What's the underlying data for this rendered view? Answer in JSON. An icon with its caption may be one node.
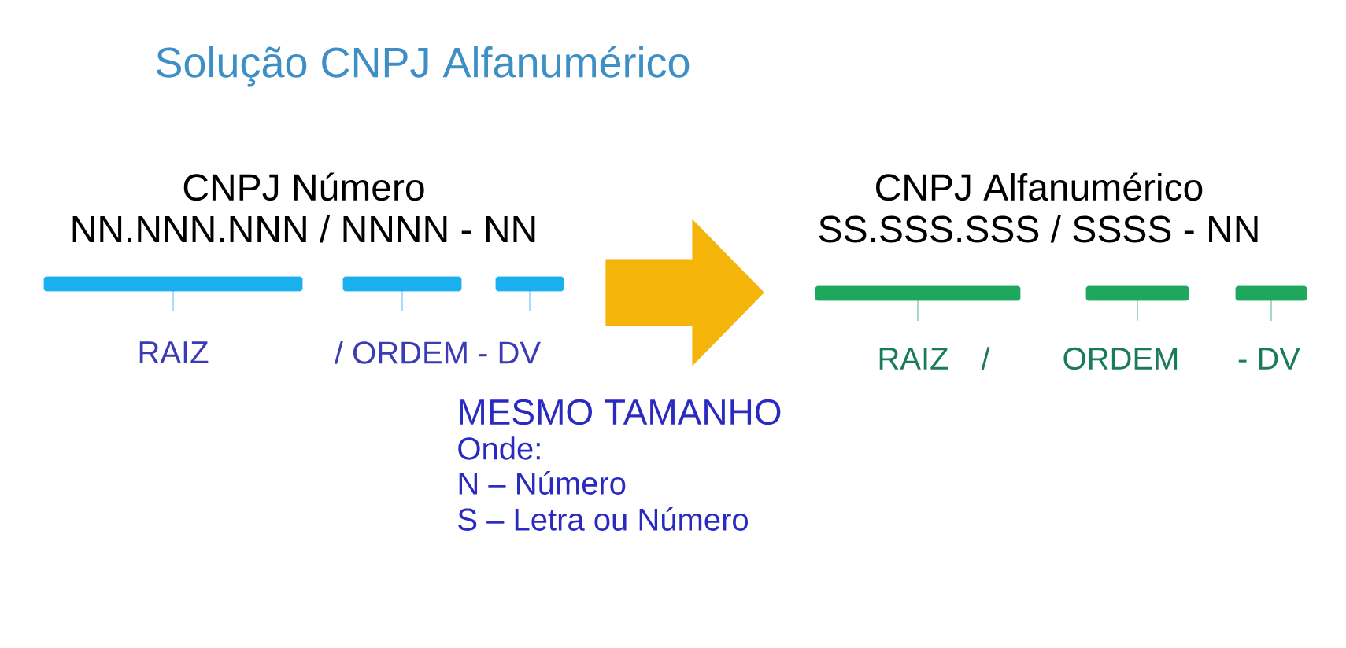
{
  "diagram": {
    "title": "Solução CNPJ Alfanumérico",
    "nodes": [
      {
        "text": [
          "CNPJ Número",
          "NN.NNN.NNN / NNNN - NN"
        ]
      },
      {
        "text": [
          "CNPJ Alfanumérico",
          "SS.SSS.SSS / SSSS - NN"
        ]
      }
    ],
    "edges": [
      {
        "from": 0,
        "to": 1,
        "arrow": "to",
        "color": "#f5b40a"
      }
    ],
    "labels": [
      "RAIZ",
      "/ ORDEM - DV",
      "RAIZ",
      "/",
      "ORDEM",
      "- DV",
      "MESMO TAMANHO",
      "Onde:",
      "N – Número",
      "S – Letra ou Número"
    ]
  }
}
